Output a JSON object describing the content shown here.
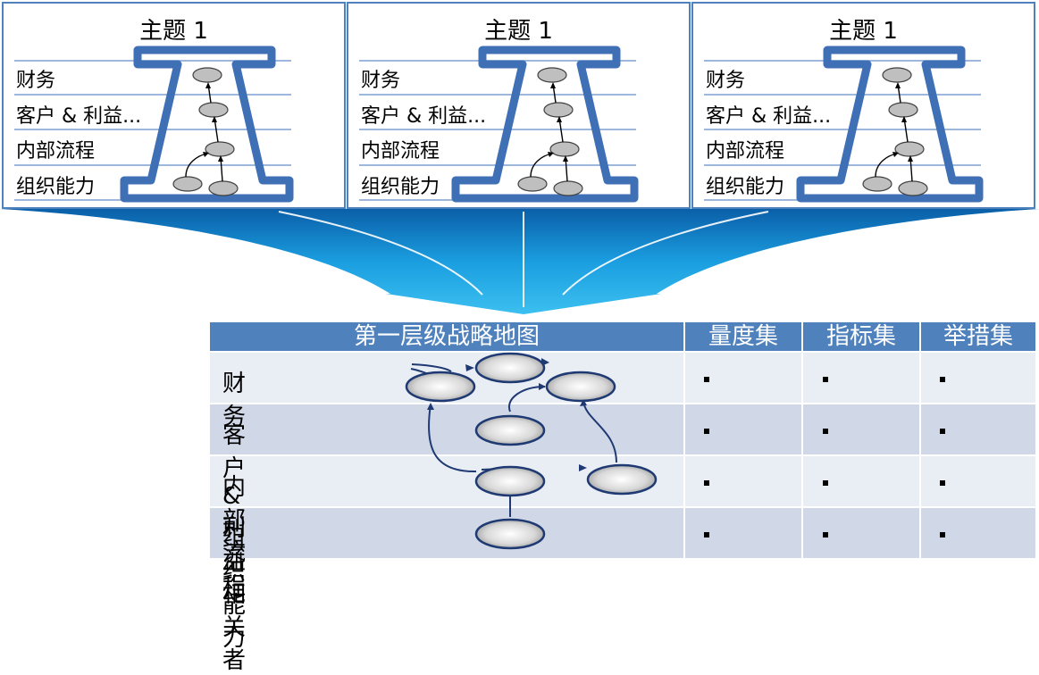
{
  "themes": [
    {
      "title": "主题 1",
      "rows": [
        "财务",
        "客户 & 利益...",
        "内部流程",
        "组织能力"
      ]
    },
    {
      "title": "主题 1",
      "rows": [
        "财务",
        "客户 & 利益...",
        "内部流程",
        "组织能力"
      ]
    },
    {
      "title": "主题 1",
      "rows": [
        "财务",
        "客户 & 利益...",
        "内部流程",
        "组织能力"
      ]
    }
  ],
  "table": {
    "headers": [
      "第一层级战略地图",
      "量度集",
      "指标集",
      "举措集"
    ],
    "rows": [
      "财务",
      "客户 & 利益相关者",
      "内部流程",
      "组织能力"
    ],
    "bullet": "▪"
  },
  "colors": {
    "accent": "#4f81bd",
    "frame": "#3f6fb5",
    "row_light": "#e9edf4",
    "row_dark": "#d0d8e8",
    "node_border": "#1f3a73",
    "arrow_gradient_start": "#0b5fa8",
    "arrow_gradient_end": "#3cc0f0"
  }
}
